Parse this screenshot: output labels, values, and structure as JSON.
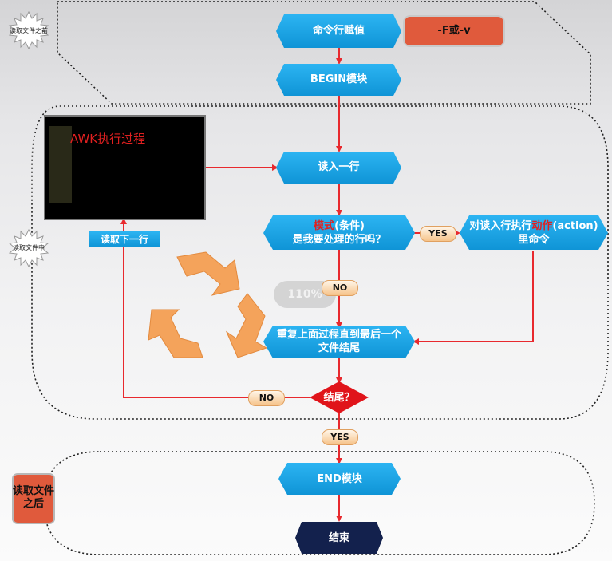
{
  "stages": {
    "before": "读取文件之前",
    "during": "读取文件中",
    "after": "读取文件之后"
  },
  "nodes": {
    "assign": "命令行赋值",
    "option": "-F或-v",
    "begin": "BEGIN模块",
    "readline": "读入一行",
    "pattern_red": "模式",
    "pattern_rest": "(条件)",
    "pattern_line2": "是我要处理的行吗？",
    "action_pre": "对读入行执行",
    "action_red": "动作",
    "action_post": "(action)",
    "action_line2": "里命令",
    "repeat_line1": "重复上面过程直到最后一个",
    "repeat_line2": "文件结尾",
    "endq": "结尾？",
    "end_block": "END模块",
    "finish": "结束",
    "next_line": "读取下一行",
    "awk_title": "AWK执行过程",
    "zoom": "110%"
  },
  "edges": {
    "yes1": "YES",
    "no1": "NO",
    "no2": "NO",
    "yes2": "YES"
  },
  "colors": {
    "blue": "#1aa3e6",
    "arrow": "#e8292e",
    "orange_red": "#e05a3c",
    "navy": "#13214d",
    "recycle": "#f4a35b"
  }
}
